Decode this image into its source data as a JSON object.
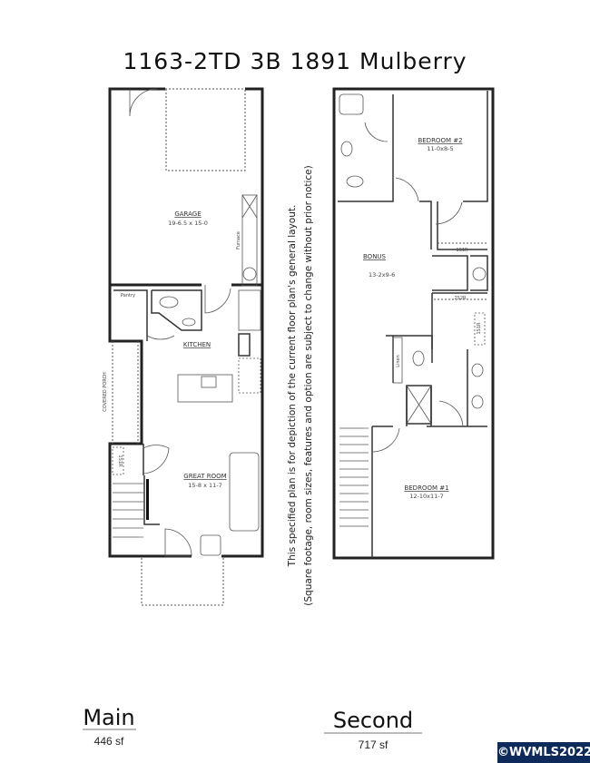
{
  "title": "1163-2TD 3B 1891  Mulberry",
  "disclaimer": {
    "line1": "This specified plan is for depiction of the current floor plan's general layout.",
    "line2": "(Square footage, room sizes, features and option are subject to change without prior notice)"
  },
  "main_floor": {
    "label": "Main",
    "area": "446 sf",
    "rooms": {
      "garage": {
        "name": "GARAGE",
        "size": "19-6.5 x 15-0"
      },
      "kitchen": {
        "name": "KITCHEN"
      },
      "great_room": {
        "name": "GREAT ROOM",
        "size": "15-8 x 11-7"
      },
      "pantry": {
        "name": "Pantry"
      },
      "covered_porch": {
        "name": "COVERED PORCH"
      },
      "furnace": {
        "name": "Furnace"
      },
      "shelf": {
        "name": "1S1R"
      }
    }
  },
  "second_floor": {
    "label": "Second",
    "area": "717 sf",
    "rooms": {
      "bedroom2": {
        "name": "BEDROOM #2",
        "size": "11-0x8-5"
      },
      "bonus": {
        "name": "BONUS",
        "size": "13-2x9-6"
      },
      "bedroom1": {
        "name": "BEDROOM #1",
        "size": "12-10x11-7"
      },
      "linen": {
        "name": "Linen"
      },
      "closet_a": {
        "name": "1S1R"
      },
      "closet_b": {
        "name": "2S2R"
      },
      "closet_c": {
        "name": "1S1R"
      }
    }
  },
  "watermark": "©WVMLS2022",
  "colors": {
    "badge": "#0e2a5a",
    "lines": "#222222"
  }
}
